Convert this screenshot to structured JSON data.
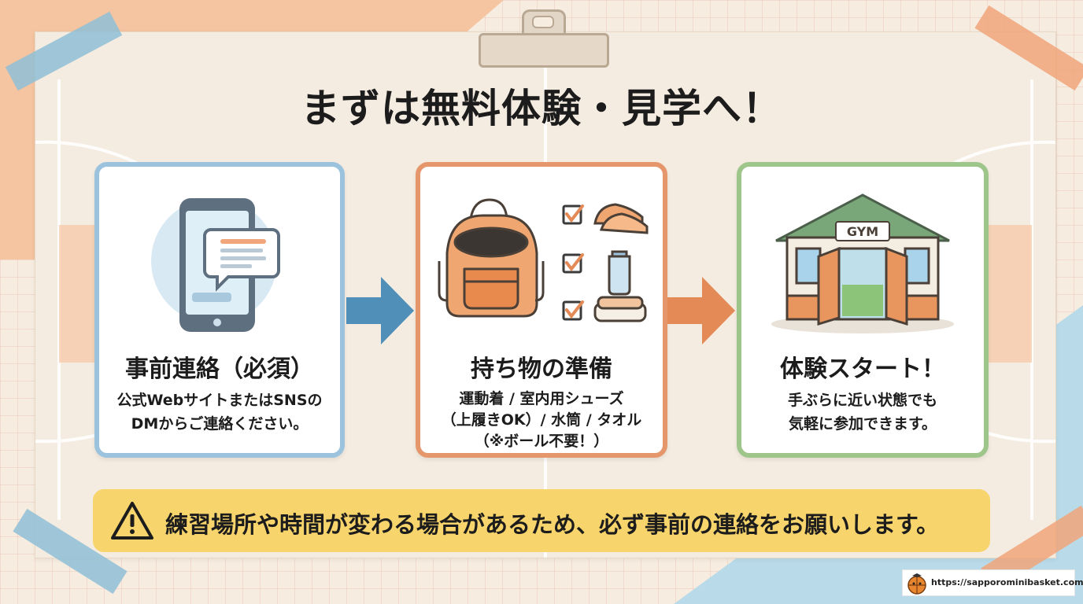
{
  "title": "まずは無料体験・見学へ！",
  "steps": [
    {
      "heading": "事前連絡（必須）",
      "lines": [
        "公式WebサイトまたはSNSの",
        "DMからご連絡ください。"
      ],
      "icon": "smartphone-message-icon"
    },
    {
      "heading": "持ち物の準備",
      "lines": [
        "運動着 / 室内用シューズ",
        "（上履きOK）/ 水筒 / タオル",
        "（※ボール不要！）"
      ],
      "icon": "backpack-checklist-icon"
    },
    {
      "heading": "体験スタート！",
      "lines": [
        "手ぶらに近い状態でも",
        "気軽に参加できます。"
      ],
      "icon": "gym-building-icon",
      "gym_sign": "GYM"
    }
  ],
  "notice": {
    "text": "練習場所や時間が変わる場合があるため、必ず事前の連絡をお願いします。",
    "icon": "warning-icon"
  },
  "footer": {
    "url": "https://sapporominibasket.com/",
    "icon": "basketball-mascot-icon"
  },
  "colors": {
    "step1_border": "#9cc3de",
    "step2_border": "#e5966a",
    "step3_border": "#9ec58a",
    "notice_bg": "#f7d46c",
    "arrow1": "#4f8fb8",
    "arrow2": "#e38a56"
  }
}
